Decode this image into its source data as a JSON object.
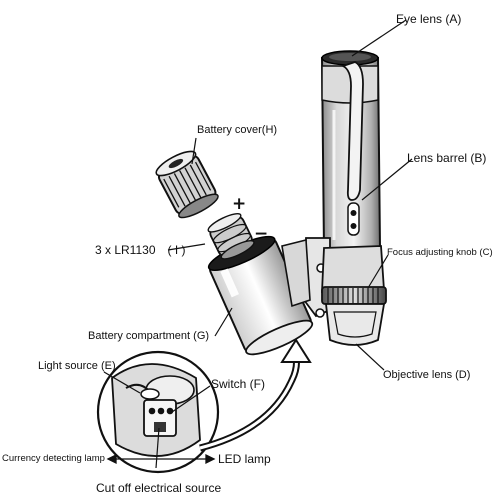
{
  "labels": {
    "eye_lens": "Eye lens (A)",
    "lens_barrel": "Lens barrel (B)",
    "battery_cover": "Battery cover(H)",
    "batteries": "3 x LR1130　( I )",
    "focus_knob": "Focus adjusting knob (C)",
    "battery_compartment": "Battery compartment (G)",
    "objective_lens": "Objective lens (D)",
    "light_source": "Light source (E)",
    "switch": "Switch (F)",
    "currency_lamp": "Currency detecting lamp",
    "led_lamp": "LED lamp",
    "cut_off": "Cut off electrical source"
  },
  "polarity": {
    "plus": "+",
    "minus": "−"
  }
}
